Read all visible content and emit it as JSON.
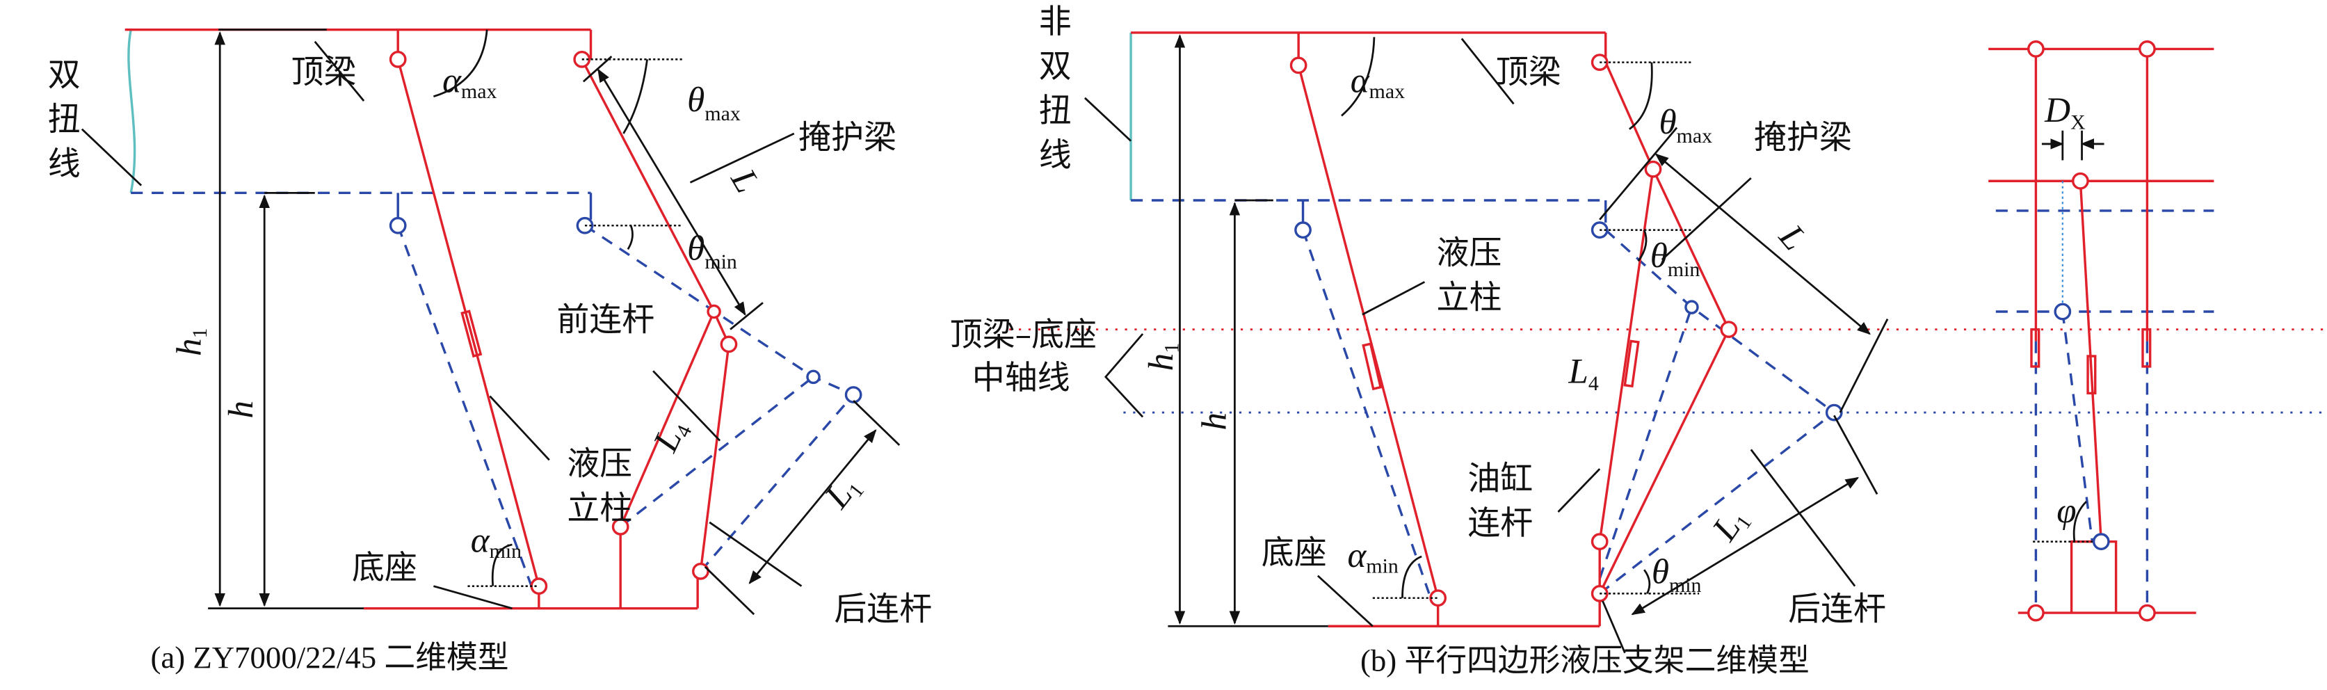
{
  "panel_a": {
    "caption": "(a) ZY7000/22/45 二维模型",
    "labels": {
      "double_twist_line": [
        "双",
        "扭",
        "线"
      ],
      "top_beam": "顶梁",
      "shield_beam": "掩护梁",
      "front_link": "前连杆",
      "hydraulic_column": [
        "液压",
        "立柱"
      ],
      "base": "底座",
      "rear_link": "后连杆"
    },
    "symbols": {
      "alpha": "α",
      "theta": "θ",
      "max": "max",
      "min": "min",
      "h": "h",
      "h1_sub": "1",
      "L": "L",
      "L4": "L",
      "L4_sub": "4",
      "L1": "L",
      "L1_sub": "1"
    }
  },
  "panel_b": {
    "caption": "(b) 平行四边形液压支架二维模型",
    "labels": {
      "non_double_twist_line": [
        "非",
        "双",
        "扭",
        "线"
      ],
      "top_beam": "顶梁",
      "shield_beam": "掩护梁",
      "hydraulic_column": [
        "液压",
        "立柱"
      ],
      "axis_line": [
        "顶梁–底座",
        "中轴线"
      ],
      "cylinder_link": [
        "油缸",
        "连杆"
      ],
      "base": "底座",
      "rear_link": "后连杆"
    },
    "symbols": {
      "Dx": "D",
      "Dx_sub": "X",
      "phi": "φ"
    }
  },
  "colors": {
    "red": "#e0202a",
    "blue": "#2a48a8",
    "cyan": "#5fbfc0",
    "black": "#111111"
  }
}
